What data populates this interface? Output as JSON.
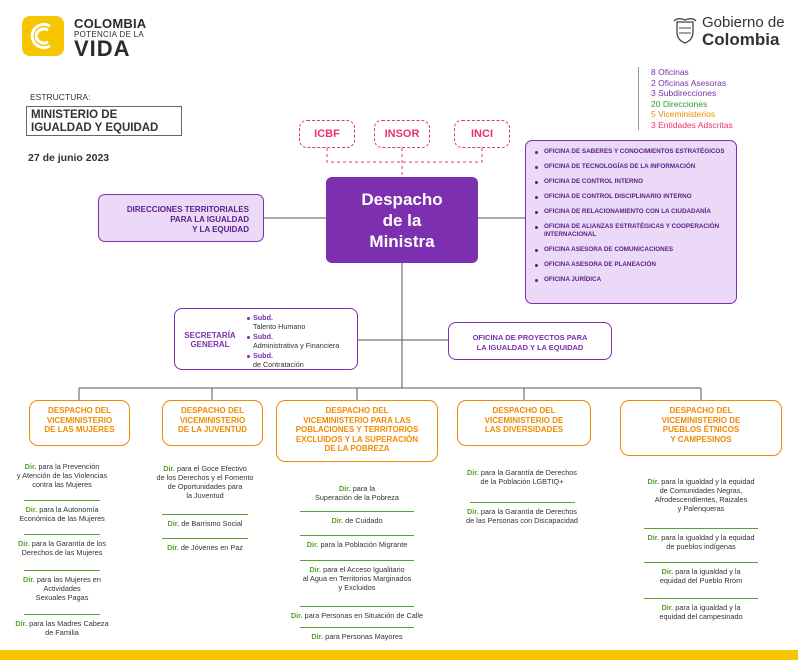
{
  "header": {
    "logo_line1": "COLOMBIA",
    "logo_line2": "POTENCIA DE LA",
    "logo_line3": "VIDA",
    "gob_line1": "Gobierno de",
    "gob_line2": "Colombia"
  },
  "summary": [
    {
      "count": "8",
      "label": "Oficinas",
      "color": "#7c2fae"
    },
    {
      "count": "2",
      "label": "Oficinas Asesoras",
      "color": "#7c2fae"
    },
    {
      "count": "3",
      "label": "Subdirecciones",
      "color": "#7c2fae"
    },
    {
      "count": "20",
      "label": "Direcciones",
      "color": "#2e9a2e"
    },
    {
      "count": "5",
      "label": "Viceministerios",
      "color": "#f08a00"
    },
    {
      "count": "3",
      "label": "Entidades Adscritas",
      "color": "#e8336b"
    }
  ],
  "estructura_label": "ESTRUCTURA:",
  "ministry_name_l1": "MINISTERIO DE",
  "ministry_name_l2": "IGUALDAD Y EQUIDAD",
  "date": "27 de junio 2023",
  "entities": [
    "ICBF",
    "INSOR",
    "INCI"
  ],
  "despacho": {
    "l1": "Despacho",
    "l2": "de la",
    "l3": "Ministra"
  },
  "direcciones_territoriales": {
    "l1": "DIRECCIONES TERRITORIALES",
    "l2": "PARA LA IGUALDAD",
    "l3": "Y LA EQUIDAD"
  },
  "oficinas": [
    "OFICINA DE SABERES Y CONOCIMIENTOS ESTRATÉGICOS",
    "OFICINA DE TECNOLOGÍAS DE LA INFORMACIÓN",
    "OFICINA DE CONTROL INTERNO",
    "OFICINA DE CONTROL DISCIPLINARIO INTERNO",
    "OFICINA DE RELACIONAMIENTO CON LA CIUDADANÍA",
    "OFICINA DE ALIANZAS ESTRATÉGICAS Y COOPERACIÓN INTERNACIONAL",
    "OFICINA ASESORA DE COMUNICACIONES",
    "OFICINA ASESORA DE PLANEACIÓN",
    "OFICINA JURÍDICA"
  ],
  "secretaria": {
    "title_l1": "SECRETARÍA",
    "title_l2": "GENERAL",
    "subd_label": "Subd.",
    "subds": [
      "Talento Humano",
      "Administrativa y Financiera",
      "de Contratación"
    ]
  },
  "proyectos": {
    "l1": "OFICINA DE PROYECTOS PARA",
    "l2": "LA IGUALDAD Y LA EQUIDAD"
  },
  "dir_label": "Dir.",
  "viceministerios": [
    {
      "title": [
        "DESPACHO DEL",
        "VICEMINISTERIO",
        "DE LAS MUJERES"
      ],
      "dirs": [
        [
          "para la Prevención",
          "y Atención de las Violencias",
          "contra las Mujeres"
        ],
        [
          "para la Autonomía",
          "Económica de las Mujeres"
        ],
        [
          "para la Garantía de los",
          "Derechos de las Mujeres"
        ],
        [
          "para las Mujeres en",
          "Actividades",
          "Sexuales Pagas"
        ],
        [
          "para las Madres Cabeza",
          "de Familia"
        ]
      ]
    },
    {
      "title": [
        "DESPACHO DEL",
        "VICEMINISTERIO",
        "DE LA JUVENTUD"
      ],
      "dirs": [
        [
          "para el Goce Efectivo",
          "de los Derechos y el Fomento",
          "de Oportunidades para",
          "la Juventud"
        ],
        [
          "de Barrismo Social"
        ],
        [
          "de Jóvenes en Paz"
        ]
      ]
    },
    {
      "title": [
        "DESPACHO DEL",
        "VICEMINISTERIO PARA LAS",
        "POBLACIONES Y TERRITORIOS",
        "EXCLUIDOS Y LA SUPERACIÓN",
        "DE LA POBREZA"
      ],
      "dirs": [
        [
          "para la",
          "Superación de la Pobreza"
        ],
        [
          "de Cuidado"
        ],
        [
          "para la Población Migrante"
        ],
        [
          "para el Acceso Igualitario",
          "al Agua en Territorios Marginados",
          "y Excluidos"
        ],
        [
          "para Personas en Situación de Calle"
        ],
        [
          "para Personas Mayores"
        ]
      ]
    },
    {
      "title": [
        "DESPACHO DEL",
        "VICEMINISTERIO DE",
        "LAS DIVERSIDADES"
      ],
      "dirs": [
        [
          "para la Garantía de Derechos",
          "de la Población LGBTIQ+"
        ],
        [
          "para la Garantía de Derechos",
          "de las Personas con Discapacidad"
        ]
      ]
    },
    {
      "title": [
        "DESPACHO DEL",
        "VICEMINISTERIO DE",
        "PUEBLOS ÉTNICOS",
        "Y CAMPESINOS"
      ],
      "dirs": [
        [
          "para la igualdad y la equidad",
          "de Comunidades Negras,",
          "Afrodescendientes, Raizales",
          "y Palenqueras"
        ],
        [
          "para la igualdad y la equidad",
          "de pueblos indígenas"
        ],
        [
          "para la igualdad y la",
          "equidad del Pueblo Rrom"
        ],
        [
          "para la igualdad y la",
          "equidad del campesinado"
        ]
      ]
    }
  ]
}
